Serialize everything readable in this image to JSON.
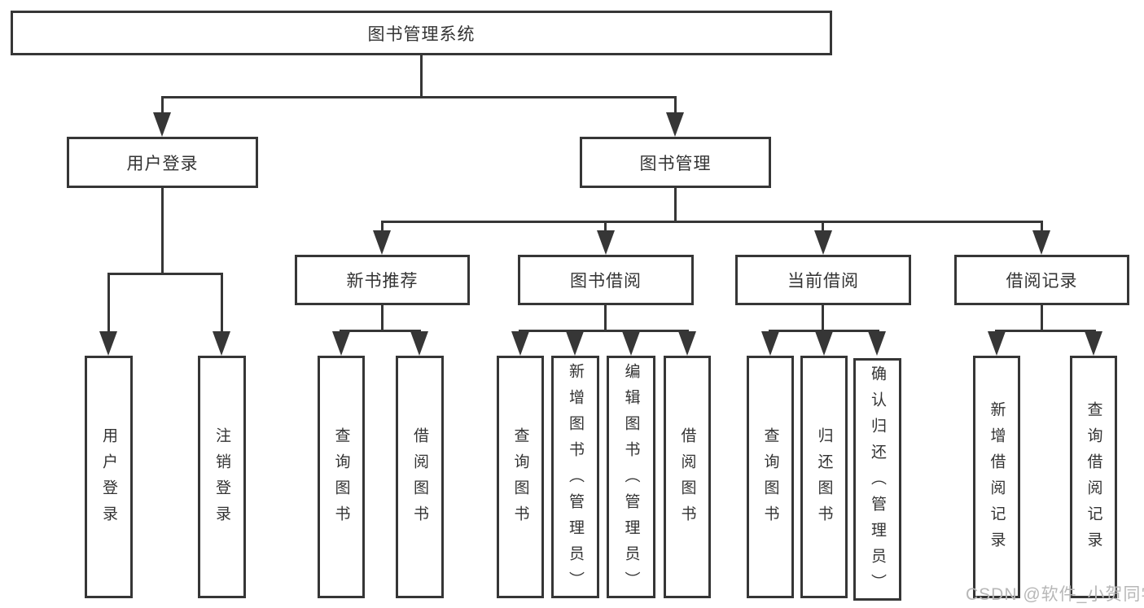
{
  "diagram_title": "图书管理系统",
  "watermark": "CSDN @软件_小贺同学",
  "colors": {
    "line": "#363636",
    "text": "#333333",
    "watermark": "#b7b7b7",
    "background": "#ffffff"
  },
  "nodes": {
    "root": {
      "label": "图书管理系统"
    },
    "user_login": {
      "label": "用户登录"
    },
    "book_mgmt": {
      "label": "图书管理"
    },
    "new_book_rec": {
      "label": "新书推荐"
    },
    "book_borrow": {
      "label": "图书借阅"
    },
    "current_borrow": {
      "label": "当前借阅"
    },
    "borrow_record": {
      "label": "借阅记录"
    },
    "leaf_user_login": {
      "label": "用户登录"
    },
    "leaf_logout": {
      "label": "注销登录"
    },
    "leaf_query_book_rec": {
      "label": "查询图书"
    },
    "leaf_borrow_book_rec": {
      "label": "借阅图书"
    },
    "leaf_query_book_borrow": {
      "label": "查询图书"
    },
    "leaf_add_book_admin": {
      "label": "新增图书（管理员）"
    },
    "leaf_edit_book_admin": {
      "label": "编辑图书（管理员）"
    },
    "leaf_borrow_book_borrow": {
      "label": "借阅图书"
    },
    "leaf_query_book_current": {
      "label": "查询图书"
    },
    "leaf_return_book": {
      "label": "归还图书"
    },
    "leaf_confirm_return_admin": {
      "label": "确认归还（管理员）"
    },
    "leaf_add_borrow_record": {
      "label": "新增借阅记录"
    },
    "leaf_query_borrow_record": {
      "label": "查询借阅记录"
    }
  },
  "edges_note": "root→(用户登录,图书管理); 用户登录→(用户登录,注销登录); 图书管理→(新书推荐,图书借阅,当前借阅,借阅记录); 新书推荐→(查询图书,借阅图书); 图书借阅→(查询图书,新增图书（管理员）,编辑图书（管理员）,借阅图书); 当前借阅→(查询图书,归还图书,确认归还（管理员）); 借阅记录→(新增借阅记录,查询借阅记录)"
}
